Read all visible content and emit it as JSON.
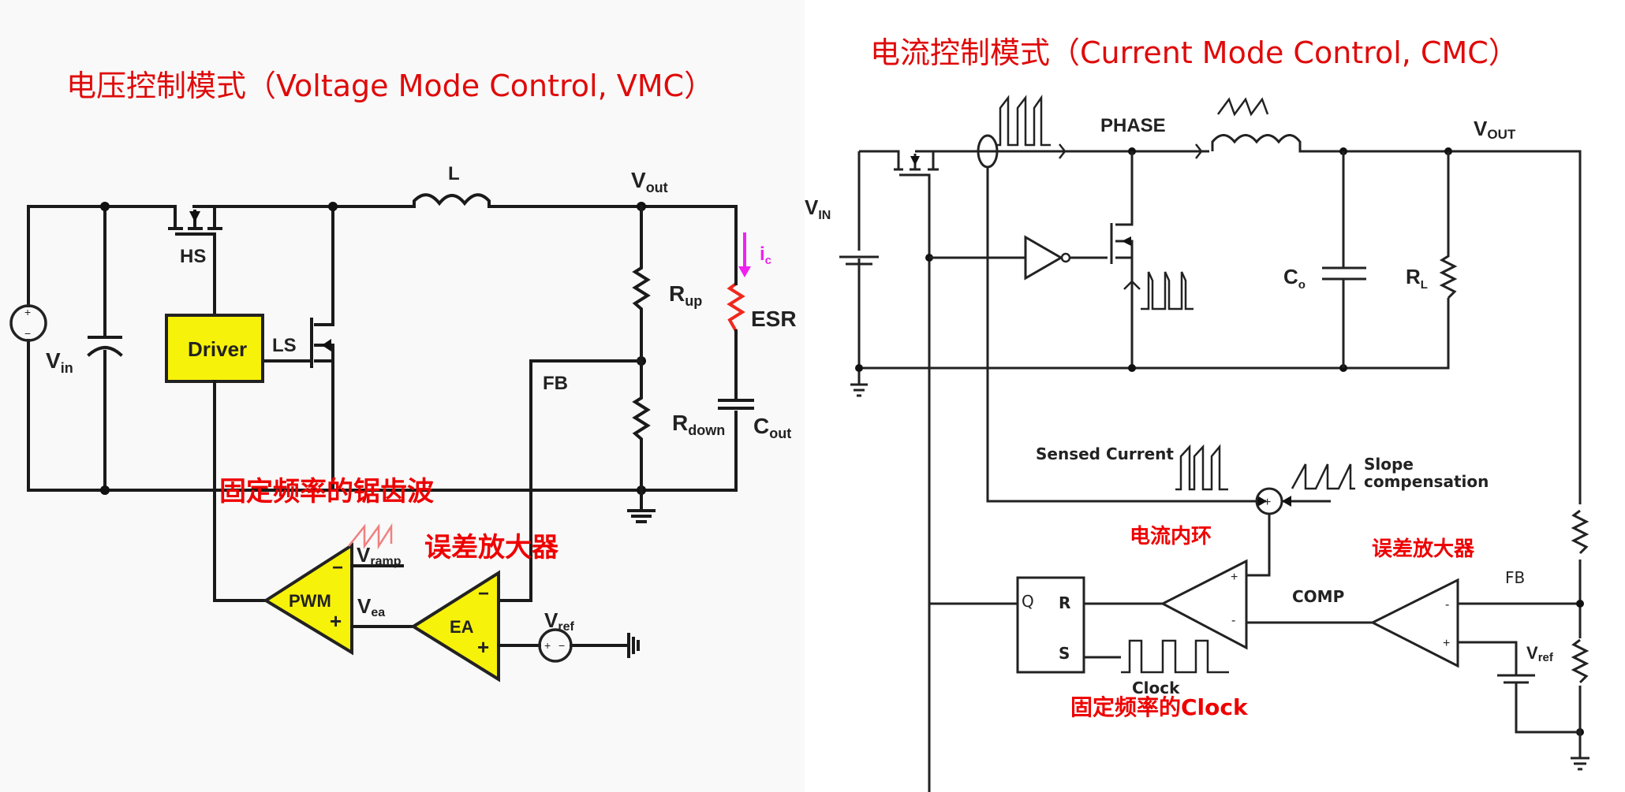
{
  "colors": {
    "title_red": "#e00a0a",
    "annotation_red": "#ee0000",
    "highlight_yellow": "#f7f20a",
    "esr_red": "#f0281e",
    "current_arrow_magenta": "#f020f0",
    "wire_black": "#1a1a1a"
  },
  "vmc": {
    "title": "电压控制模式（Voltage Mode Control, VMC）",
    "labels": {
      "inductor": "L",
      "vout": "V",
      "vout_sub": "out",
      "high_side": "HS",
      "low_side": "LS",
      "driver": "Driver",
      "vin": "V",
      "vin_sub": "in",
      "r_up": "R",
      "r_up_sub": "up",
      "r_down": "R",
      "r_down_sub": "down",
      "esr": "ESR",
      "c_out": "C",
      "c_out_sub": "out",
      "ic": "i",
      "ic_sub": "c",
      "fb": "FB",
      "pwm": "PWM",
      "ea": "EA",
      "v_ramp": "V",
      "v_ramp_sub": "ramp",
      "v_ea": "V",
      "v_ea_sub": "ea",
      "v_ref": "V",
      "v_ref_sub": "ref",
      "minus": "−",
      "plus": "+"
    },
    "annotations": {
      "sawtooth": "固定频率的锯齿波",
      "error_amp": "误差放大器"
    }
  },
  "cmc": {
    "title": "电流控制模式（Current Mode Control, CMC）",
    "labels": {
      "phase": "PHASE",
      "vout": "V",
      "vout_sub": "OUT",
      "vin": "V",
      "vin_sub": "IN",
      "c_o": "C",
      "c_o_sub": "o",
      "r_l": "R",
      "r_l_sub": "L",
      "sensed_current": "Sensed Current",
      "slope_comp_1": "Slope",
      "slope_comp_2": "compensation",
      "sum_plus": "+",
      "q": "Q",
      "r": "R",
      "s": "S",
      "clock": "Clock",
      "comp": "COMP",
      "fb": "FB",
      "v_ref": "V",
      "v_ref_sub": "ref",
      "plus": "+",
      "minus": "-"
    },
    "annotations": {
      "inner_loop": "电流内环",
      "error_amp": "误差放大器",
      "fixed_clock": "固定频率的Clock"
    }
  }
}
